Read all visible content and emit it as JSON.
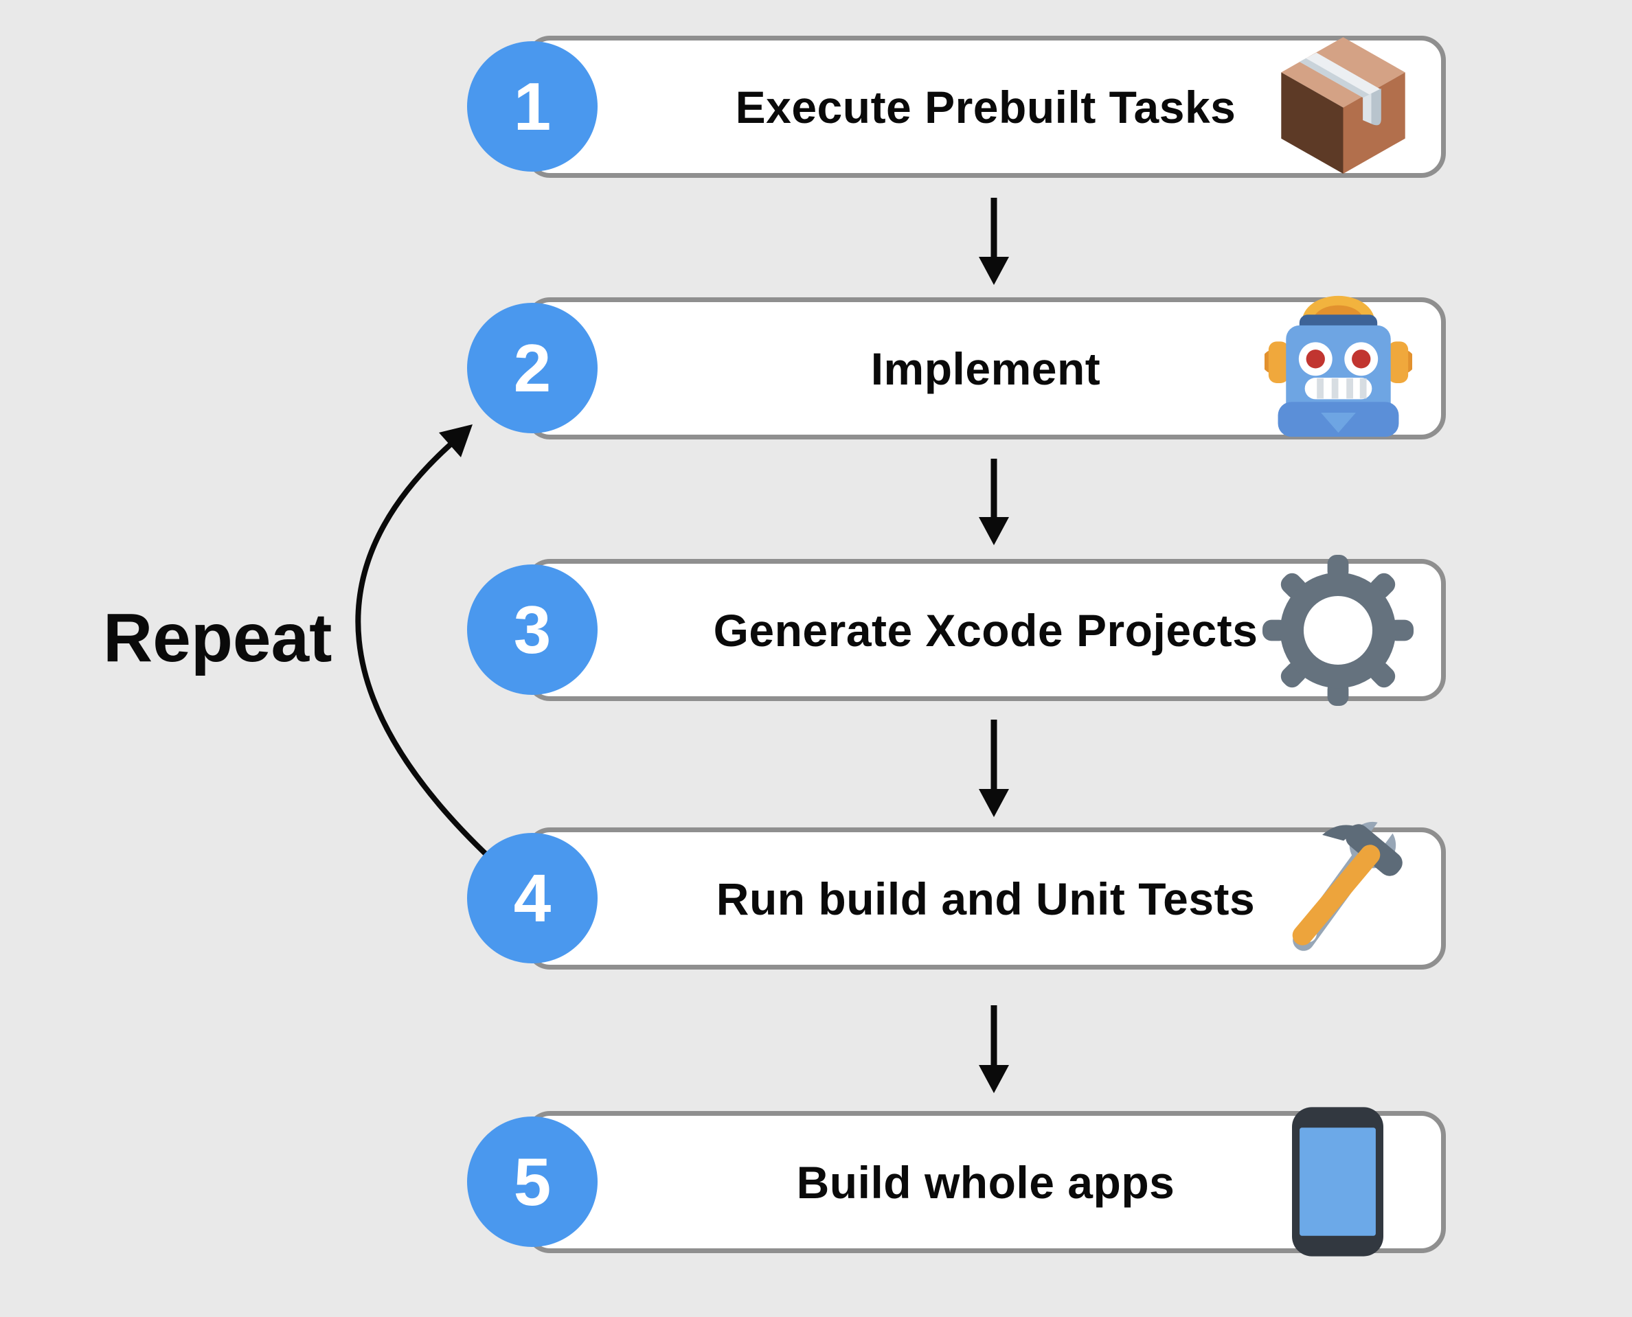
{
  "diagram": {
    "repeat_label": "Repeat",
    "colors": {
      "background": "#e9e9e9",
      "box_fill": "#ffffff",
      "box_border": "#8f8f8f",
      "badge_blue": "#4a98ee",
      "arrow_black": "#0a0a0a",
      "text_black": "#0a0a0a"
    },
    "steps": [
      {
        "number": "1",
        "label": "Execute Prebuilt Tasks",
        "icon": "package-icon"
      },
      {
        "number": "2",
        "label": "Implement",
        "icon": "robot-icon"
      },
      {
        "number": "3",
        "label": "Generate Xcode Projects",
        "icon": "gear-icon"
      },
      {
        "number": "4",
        "label": "Run build and Unit Tests",
        "icon": "hammer-wrench-icon"
      },
      {
        "number": "5",
        "label": "Build whole apps",
        "icon": "mobile-phone-icon"
      }
    ],
    "flow": {
      "straight_arrows": 4,
      "loop_arrow": "from step 4 back to step 2"
    }
  }
}
